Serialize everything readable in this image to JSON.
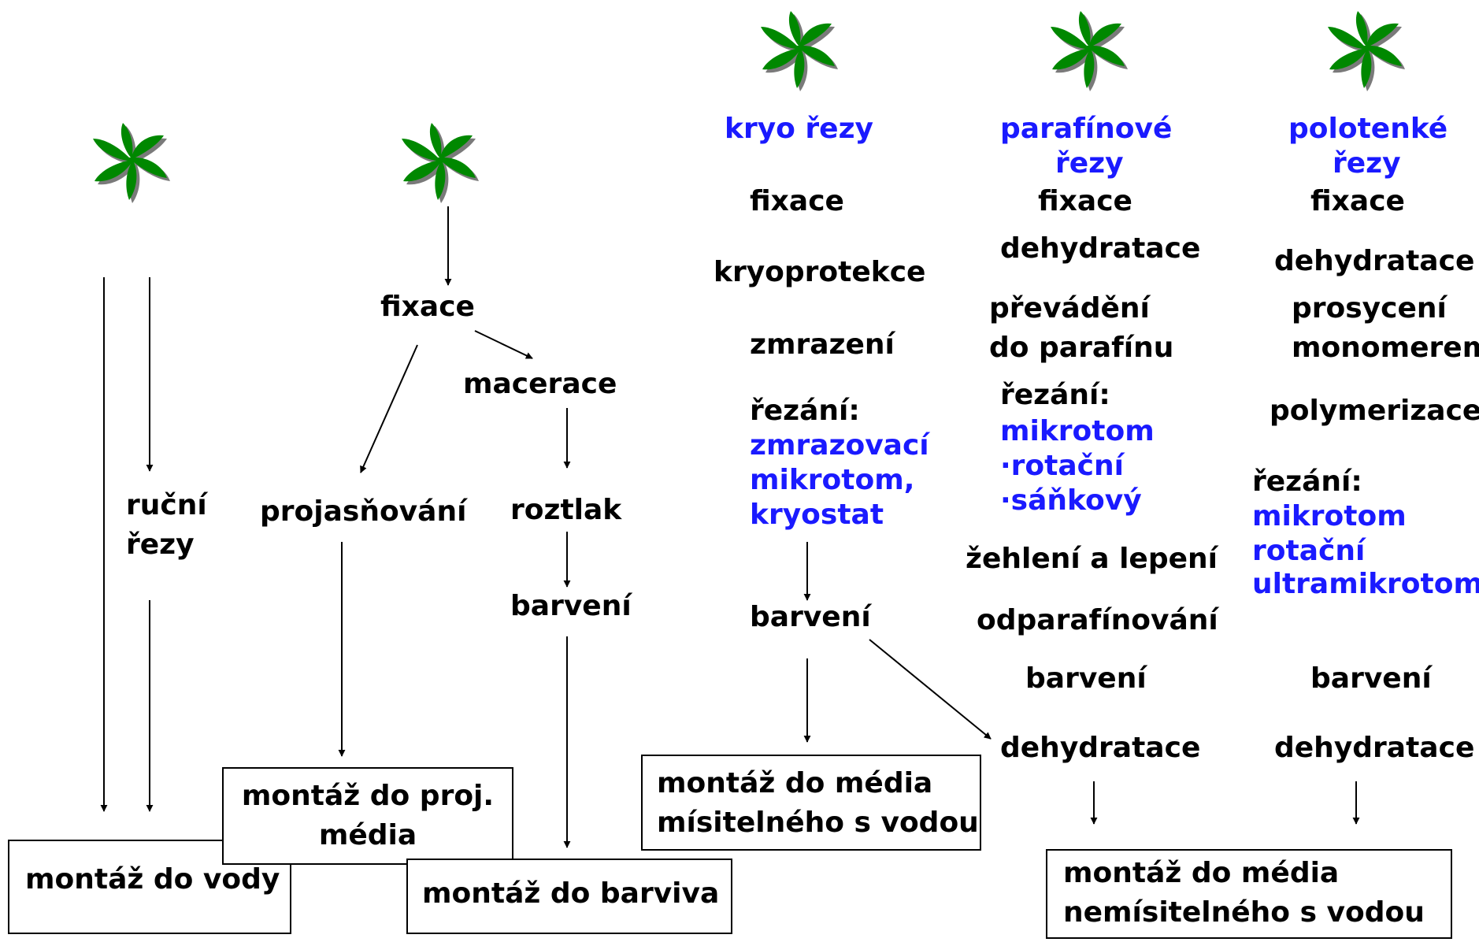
{
  "diagram": {
    "colors": {
      "plant_fill": "#008800",
      "plant_shadow": "#7a7a7a",
      "blue_text": "#1a1aff",
      "text": "#000000"
    },
    "col1": {
      "rucni_line1": "ruční",
      "rucni_line2": "řezy",
      "box": "montáž do vody"
    },
    "col2": {
      "fixace": "fixace",
      "macerace": "macerace",
      "projasnovani": "projasňování",
      "roztlak": "roztlak",
      "barveni": "barvení",
      "box_proj_line1": "montáž do proj.",
      "box_proj_line2": "média",
      "box_barviva": "montáž do barviva"
    },
    "kryo": {
      "title": "kryo řezy",
      "fixace": "fixace",
      "kryoprotekce": "kryoprotekce",
      "zmrazeni": "zmrazení",
      "rezani": "řezání:",
      "tool1": "zmrazovací",
      "tool2": "mikrotom,",
      "tool3": "kryostat",
      "barveni": "barvení",
      "box_line1": "montáž do média",
      "box_line2": "mísitelného s vodou"
    },
    "parafin": {
      "title_line1": "parafínové",
      "title_line2": "řezy",
      "fixace": "fixace",
      "dehydratace1": "dehydratace",
      "prevadeni1": "převádění",
      "prevadeni2": "do parafínu",
      "rezani": "řezání:",
      "tool1": "mikrotom",
      "tool2": "·rotační",
      "tool3": "·sáňkový",
      "zehleni": "žehlení a lepení",
      "odparafinovani": "odparafínování",
      "barveni": "barvení",
      "dehydratace2": "dehydratace"
    },
    "polotenke": {
      "title_line1": "polotenké",
      "title_line2": "řezy",
      "fixace": "fixace",
      "dehydratace1": "dehydratace",
      "prosyceni1": "prosycení",
      "prosyceni2": "monomerem",
      "polymerizace": "polymerizace",
      "rezani": "řezání:",
      "tool1": "mikrotom",
      "tool2": "rotační",
      "tool3": "ultramikrotom",
      "barveni": "barvení",
      "dehydratace2": "dehydratace",
      "box_line1": "montáž do média",
      "box_line2": "nemísitelného s vodou"
    }
  }
}
